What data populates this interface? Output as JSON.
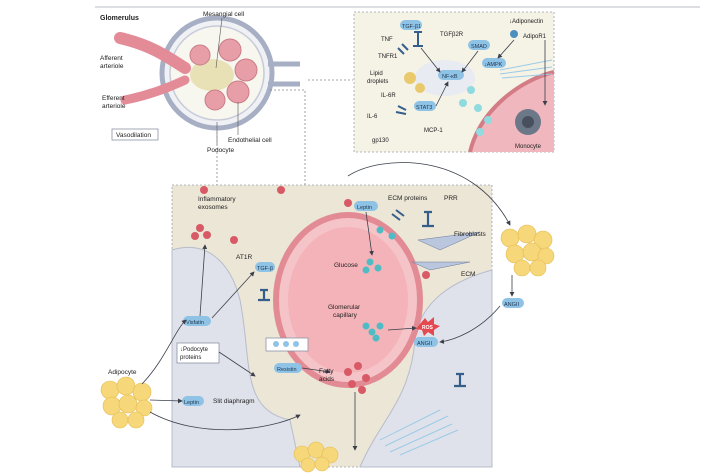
{
  "glomerulus": {
    "title": "Glomerulus",
    "mesangial_cell": "Mesangial cell",
    "afferent_arteriole": [
      "Afferent",
      "arteriole"
    ],
    "efferent_arteriole": [
      "Efferent",
      "arteriole"
    ],
    "vasodilation": "Vasodilation",
    "endothelial_cell": "Endothelial cell",
    "podocyte": "Podocyte"
  },
  "inset": {
    "tgfb1": "TGF-β1",
    "tgfb2r": "TGFβ2R",
    "adiponectin": "↓Adiponectin",
    "adipor1": "AdipoR1",
    "tnf": "TNF",
    "tnfr1": "TNFR1",
    "smad": "SMAD",
    "ampk": "↓AMPK",
    "nfkb": "NF-κB",
    "lipid_droplets": [
      "Lipid",
      "droplets"
    ],
    "il6r": "IL-6R",
    "il6": "IL-6",
    "stat3": "STAT3",
    "mcp1": "MCP-1",
    "gp130": "gp130",
    "monocyte": "Monocyte"
  },
  "main": {
    "inflammatory_exosomes": [
      "Inflammatory",
      "exosomes"
    ],
    "leptin_top": "Leptin",
    "ecm_proteins": "ECM proteins",
    "prr": "PRR",
    "fibroblasts": "Fibroblasts",
    "ecm": "ECM",
    "at1r": "AT1R",
    "tgfb": "TGF-β",
    "glucose": "Glucose",
    "glomerular_capillary": [
      "Glomerular",
      "capillary"
    ],
    "visfatin": "Visfatin",
    "ros": "ROS",
    "angii_right": "ANGII",
    "angii_box": "ANGII",
    "podocyte_proteins": [
      "↓Podocyte",
      "proteins"
    ],
    "resistin": "Resistin",
    "adipocyte": "Adipocyte",
    "fatty_acids": [
      "Fatty",
      "acids"
    ],
    "leptin_bottom": "Leptin",
    "slit_diaphragm": "Slit diaphragm"
  },
  "colors": {
    "pink": "#e8a7ad",
    "pink_dark": "#d47c86",
    "blue_pill": "#8fc3e6",
    "teal": "#6fc9cf",
    "adipocyte": "#f6d77a",
    "gray_bg": "#dfe2ea",
    "beige": "#ebe6d6"
  }
}
